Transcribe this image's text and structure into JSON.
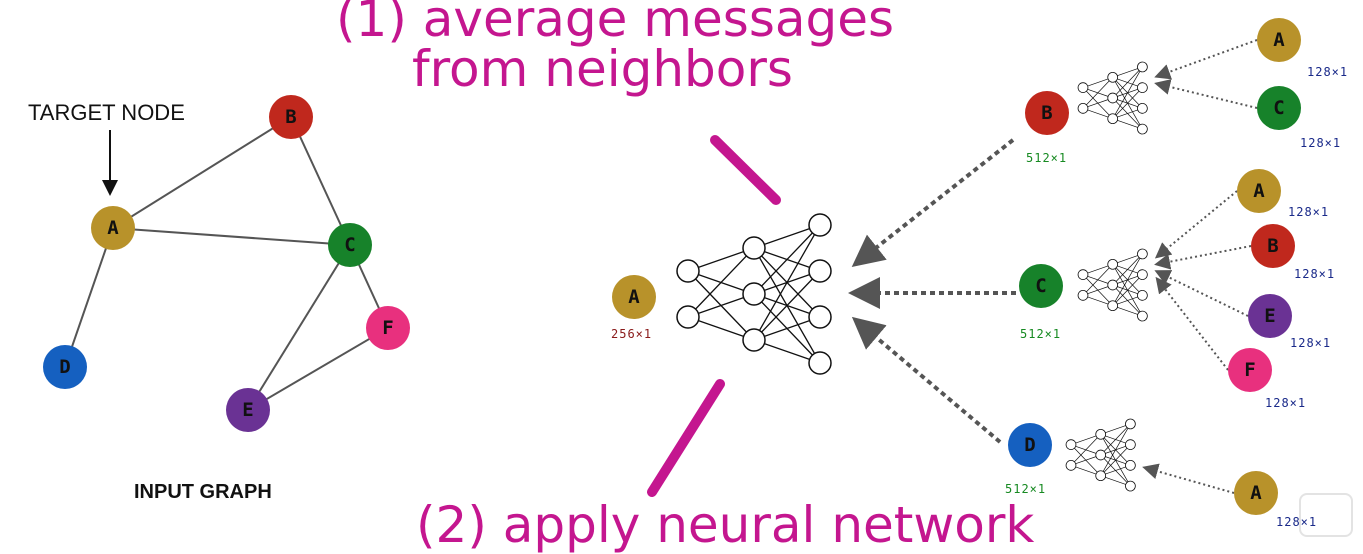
{
  "captions": {
    "step1_line1": "(1) average messages",
    "step1_line2": "from neighbors",
    "step2": "(2) apply neural network"
  },
  "input_graph": {
    "target_label": "TARGET NODE",
    "title": "INPUT GRAPH",
    "nodes": [
      {
        "id": "A",
        "color": "#b8922a"
      },
      {
        "id": "B",
        "color": "#c0281d"
      },
      {
        "id": "C",
        "color": "#17822a"
      },
      {
        "id": "D",
        "color": "#1560c0"
      },
      {
        "id": "E",
        "color": "#6a3294"
      },
      {
        "id": "F",
        "color": "#e8307e"
      }
    ],
    "edges": [
      [
        "A",
        "B"
      ],
      [
        "A",
        "C"
      ],
      [
        "A",
        "D"
      ],
      [
        "B",
        "C"
      ],
      [
        "C",
        "E"
      ],
      [
        "C",
        "F"
      ],
      [
        "E",
        "F"
      ]
    ]
  },
  "computation_graph": {
    "root": {
      "id": "A",
      "dim": "256×1"
    },
    "level1": [
      {
        "id": "B",
        "dim": "512×1",
        "neighbors": [
          {
            "id": "A",
            "dim": "128×1"
          },
          {
            "id": "C",
            "dim": "128×1"
          }
        ]
      },
      {
        "id": "C",
        "dim": "512×1",
        "neighbors": [
          {
            "id": "A",
            "dim": "128×1"
          },
          {
            "id": "B",
            "dim": "128×1"
          },
          {
            "id": "E",
            "dim": "128×1"
          },
          {
            "id": "F",
            "dim": "128×1"
          }
        ]
      },
      {
        "id": "D",
        "dim": "512×1",
        "neighbors": [
          {
            "id": "A",
            "dim": "128×1"
          }
        ]
      }
    ]
  }
}
